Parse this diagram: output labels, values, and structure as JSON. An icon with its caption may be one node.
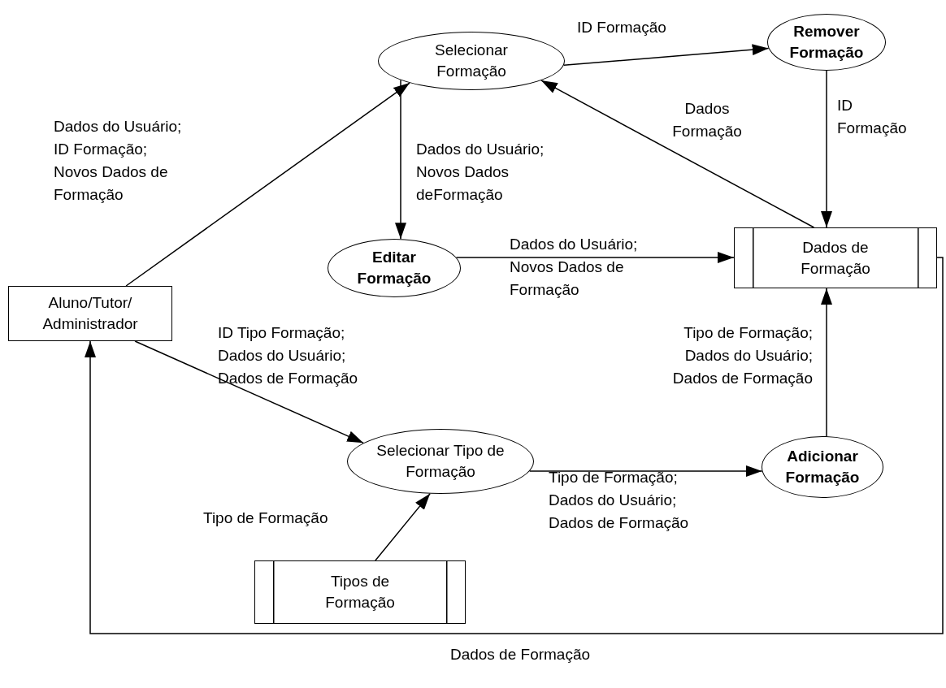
{
  "diagram": {
    "nodes": [
      {
        "text": [
          "Selecionar Formação"
        ]
      },
      {
        "text": [
          "Remover Formação"
        ]
      },
      {
        "text": [
          "Editar Formação"
        ]
      },
      {
        "text": [
          "Dados de Formação"
        ]
      },
      {
        "text": [
          "Aluno/Tutor/ Administrador"
        ]
      },
      {
        "text": [
          "Selecionar Tipo de Formação"
        ]
      },
      {
        "text": [
          "Adicionar Formação"
        ]
      },
      {
        "text": [
          "Tipos de Formação"
        ]
      }
    ],
    "edges": [
      {
        "from": 0,
        "to": 1,
        "arrow": "to",
        "label": "ID Formação"
      },
      {
        "from": 1,
        "to": 3,
        "arrow": "to",
        "label": "ID Formação"
      },
      {
        "from": 3,
        "to": 0,
        "arrow": "to",
        "label": "Dados Formação"
      },
      {
        "from": 0,
        "to": 2,
        "arrow": "to",
        "label": "Dados do Usuário; Novos Dados deFormação"
      },
      {
        "from": 2,
        "to": 3,
        "arrow": "to",
        "label": "Dados do Usuário; Novos Dados de Formação"
      },
      {
        "from": 4,
        "to": 0,
        "arrow": "to",
        "label": "Dados do Usuário; ID Formação; Novos Dados de Formação"
      },
      {
        "from": 4,
        "to": 5,
        "arrow": "to",
        "label": "ID Tipo Formação; Dados do Usuário; Dados de Formação"
      },
      {
        "from": 7,
        "to": 5,
        "arrow": "to",
        "label": "Tipo de Formação"
      },
      {
        "from": 5,
        "to": 6,
        "arrow": "to",
        "label": "Tipo de Formação; Dados do Usuário; Dados de Formação"
      },
      {
        "from": 6,
        "to": 3,
        "arrow": "to",
        "label": "Tipo de Formação; Dados do Usuário; Dados de Formação"
      },
      {
        "from": 3,
        "to": 4,
        "arrow": "to",
        "label": "Dados de Formação"
      }
    ]
  }
}
